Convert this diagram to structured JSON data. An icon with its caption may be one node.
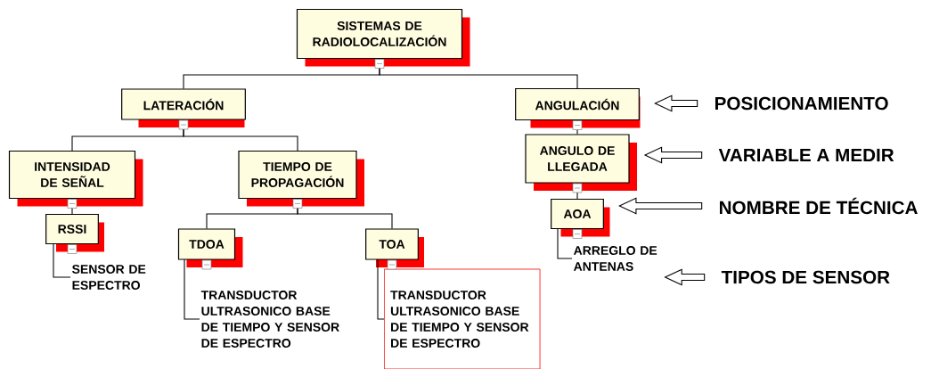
{
  "diagram": {
    "nodes": [
      {
        "text": [
          "SISTEMAS DE RADIOLOCALIZACIÓN"
        ]
      },
      {
        "text": [
          "LATERACIÓN"
        ]
      },
      {
        "text": [
          "ANGULACIÓN"
        ]
      },
      {
        "text": [
          "INTENSIDAD DE SEÑAL"
        ]
      },
      {
        "text": [
          "TIEMPO DE PROPAGACIÓN"
        ]
      },
      {
        "text": [
          "RSSI"
        ]
      },
      {
        "text": [
          "TDOA"
        ]
      },
      {
        "text": [
          "TOA"
        ]
      },
      {
        "text": [
          "ANGULO DE LLEGADA"
        ]
      },
      {
        "text": [
          "AOA"
        ]
      },
      {
        "text": [
          "SENSOR DE ESPECTRO"
        ]
      },
      {
        "text": [
          "TRANSDUCTOR ULTRASONICO BASE DE TIEMPO Y SENSOR DE ESPECTRO"
        ]
      },
      {
        "text": [
          "TRANSDUCTOR ULTRASONICO BASE DE TIEMPO Y SENSOR DE ESPECTRO"
        ]
      },
      {
        "text": [
          "ARREGLO DE ANTENAS"
        ]
      },
      {
        "text": [
          "POSICIONAMIENTO"
        ]
      },
      {
        "text": [
          "VARIABLE A MEDIR"
        ]
      },
      {
        "text": [
          "NOMBRE DE TÉCNICA"
        ]
      },
      {
        "text": [
          "TIPOS DE SENSOR"
        ]
      }
    ],
    "edges": [
      {
        "from": 0,
        "to": 1,
        "arrow": "none"
      },
      {
        "from": 0,
        "to": 2,
        "arrow": "none"
      },
      {
        "from": 1,
        "to": 3,
        "arrow": "none"
      },
      {
        "from": 1,
        "to": 4,
        "arrow": "none"
      },
      {
        "from": 3,
        "to": 5,
        "arrow": "none"
      },
      {
        "from": 4,
        "to": 6,
        "arrow": "none"
      },
      {
        "from": 4,
        "to": 7,
        "arrow": "none"
      },
      {
        "from": 2,
        "to": 8,
        "arrow": "none"
      },
      {
        "from": 8,
        "to": 9,
        "arrow": "none"
      },
      {
        "from": 5,
        "to": 10,
        "arrow": "none"
      },
      {
        "from": 6,
        "to": 11,
        "arrow": "none"
      },
      {
        "from": 7,
        "to": 12,
        "arrow": "none"
      },
      {
        "from": 9,
        "to": 13,
        "arrow": "none"
      },
      {
        "from": 14,
        "to": 2,
        "arrow": "to"
      },
      {
        "from": 15,
        "to": 8,
        "arrow": "to"
      },
      {
        "from": 16,
        "to": 9,
        "arrow": "to"
      },
      {
        "from": 17,
        "to": 13,
        "arrow": "to"
      }
    ]
  }
}
